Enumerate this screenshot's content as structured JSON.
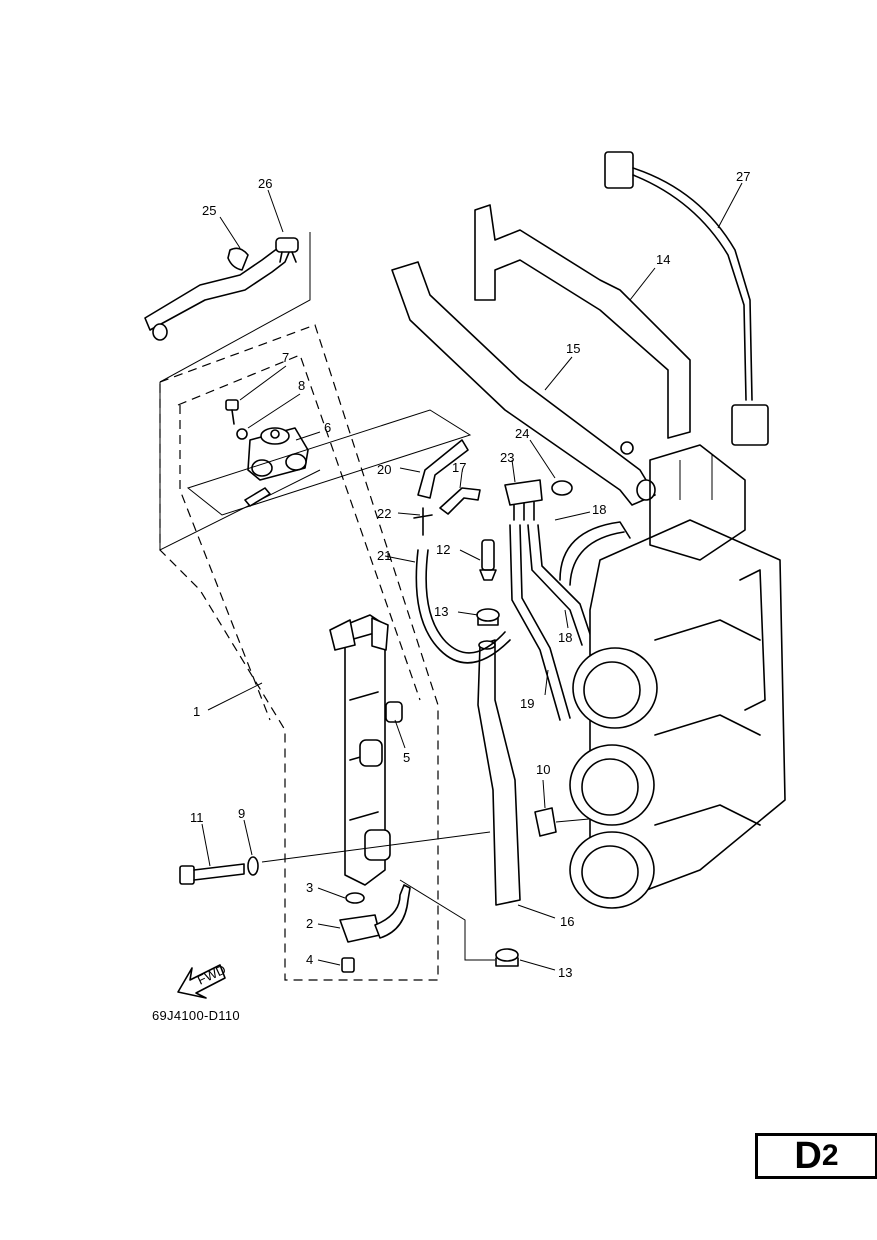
{
  "diagram_code": "69J4100-D110",
  "page_label": {
    "letter": "D",
    "number": "2"
  },
  "fwd_label": "FWD",
  "callouts": {
    "c1": "1",
    "c2": "2",
    "c3": "3",
    "c4": "4",
    "c5": "5",
    "c6": "6",
    "c7": "7",
    "c8": "8",
    "c9": "9",
    "c10": "10",
    "c11": "11",
    "c12": "12",
    "c13a": "13",
    "c13b": "13",
    "c14": "14",
    "c15": "15",
    "c16": "16",
    "c17": "17",
    "c18a": "18",
    "c18b": "18",
    "c19": "19",
    "c20": "20",
    "c21": "21",
    "c22": "22",
    "c23": "23",
    "c24": "24",
    "c25": "25",
    "c26": "26",
    "c27": "27"
  }
}
